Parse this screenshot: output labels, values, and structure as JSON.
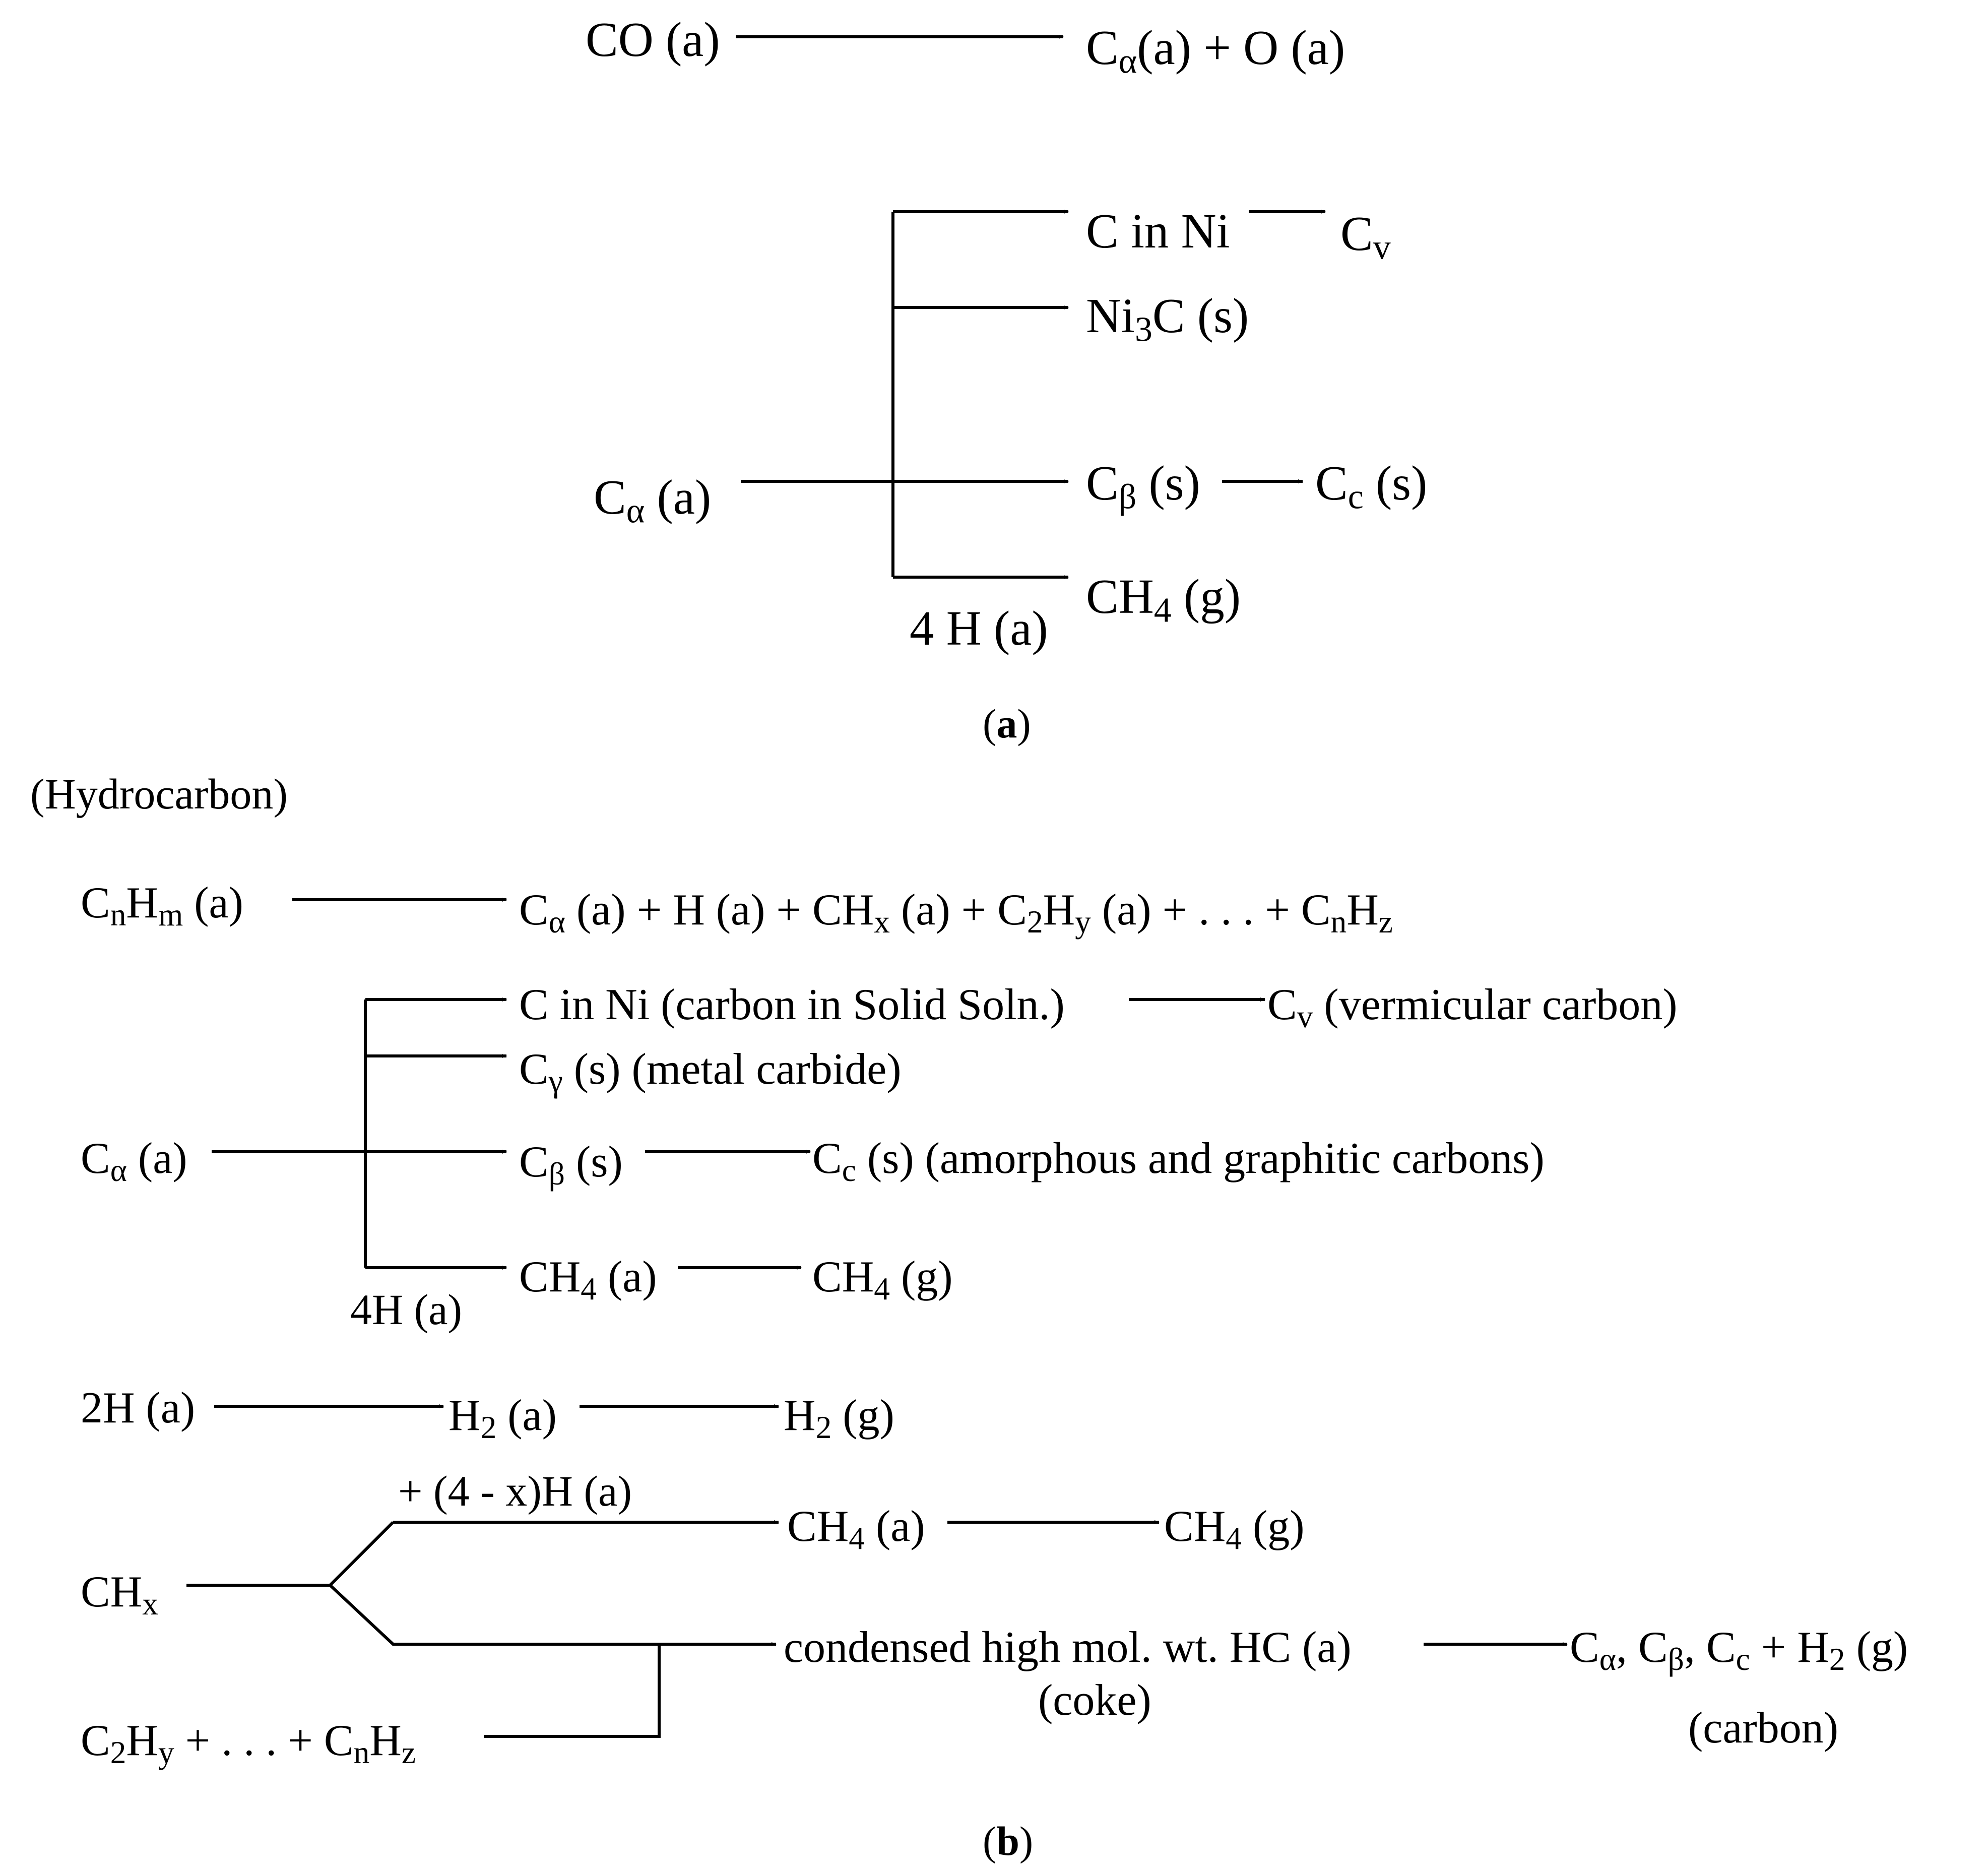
{
  "part_a": {
    "caption": "a",
    "co_reactant": "CO (a)",
    "co_product": "Cα(a) + O (a)",
    "c_alpha_source": "Cα (a)",
    "branch_c_in_ni": "C in Ni",
    "branch_cv": "Cv",
    "branch_ni3c": "Ni3C (s)",
    "branch_c_beta": "Cβ (s)",
    "branch_cc": "Cc (s)",
    "branch_ch4": "CH4 (g)",
    "hydrogen_label": "4 H (a)"
  },
  "part_b": {
    "caption": "b",
    "section_label": "(Hydrocarbon)",
    "cnhm": "CnHm (a)",
    "cnhm_products": "Cα (a) + H (a) + CHx (a) + C2Hy (a) + . . . + CnHz",
    "c_alpha_source": "Cα (a)",
    "c_in_ni": "C in Ni (carbon in Solid Soln.)",
    "cv": "Cv (vermicular carbon)",
    "c_gamma": "Cγ (s) (metal carbide)",
    "c_beta": "Cβ (s)",
    "cc": "Cc (s) (amorphous and graphitic carbons)",
    "ch4_a": "CH4 (a)",
    "ch4_g": "CH4 (g)",
    "hydrogen_label": "4H (a)",
    "h2_source": "2H (a)",
    "h2_a": "H2 (a)",
    "h2_g": "H2 (g)",
    "chx": "CHx",
    "chx_hydrogen": "+ (4 - x)H (a)",
    "chx_ch4_a": "CH4 (a)",
    "chx_ch4_g": "CH4 (g)",
    "condensed": "condensed high mol. wt. HC (a)",
    "coke": "(coke)",
    "carbon_products": "Cα, Cβ, Cc + H2 (g)",
    "carbon": "(carbon)",
    "c2hy_sum": "C2Hy + . . . + CnHz"
  }
}
